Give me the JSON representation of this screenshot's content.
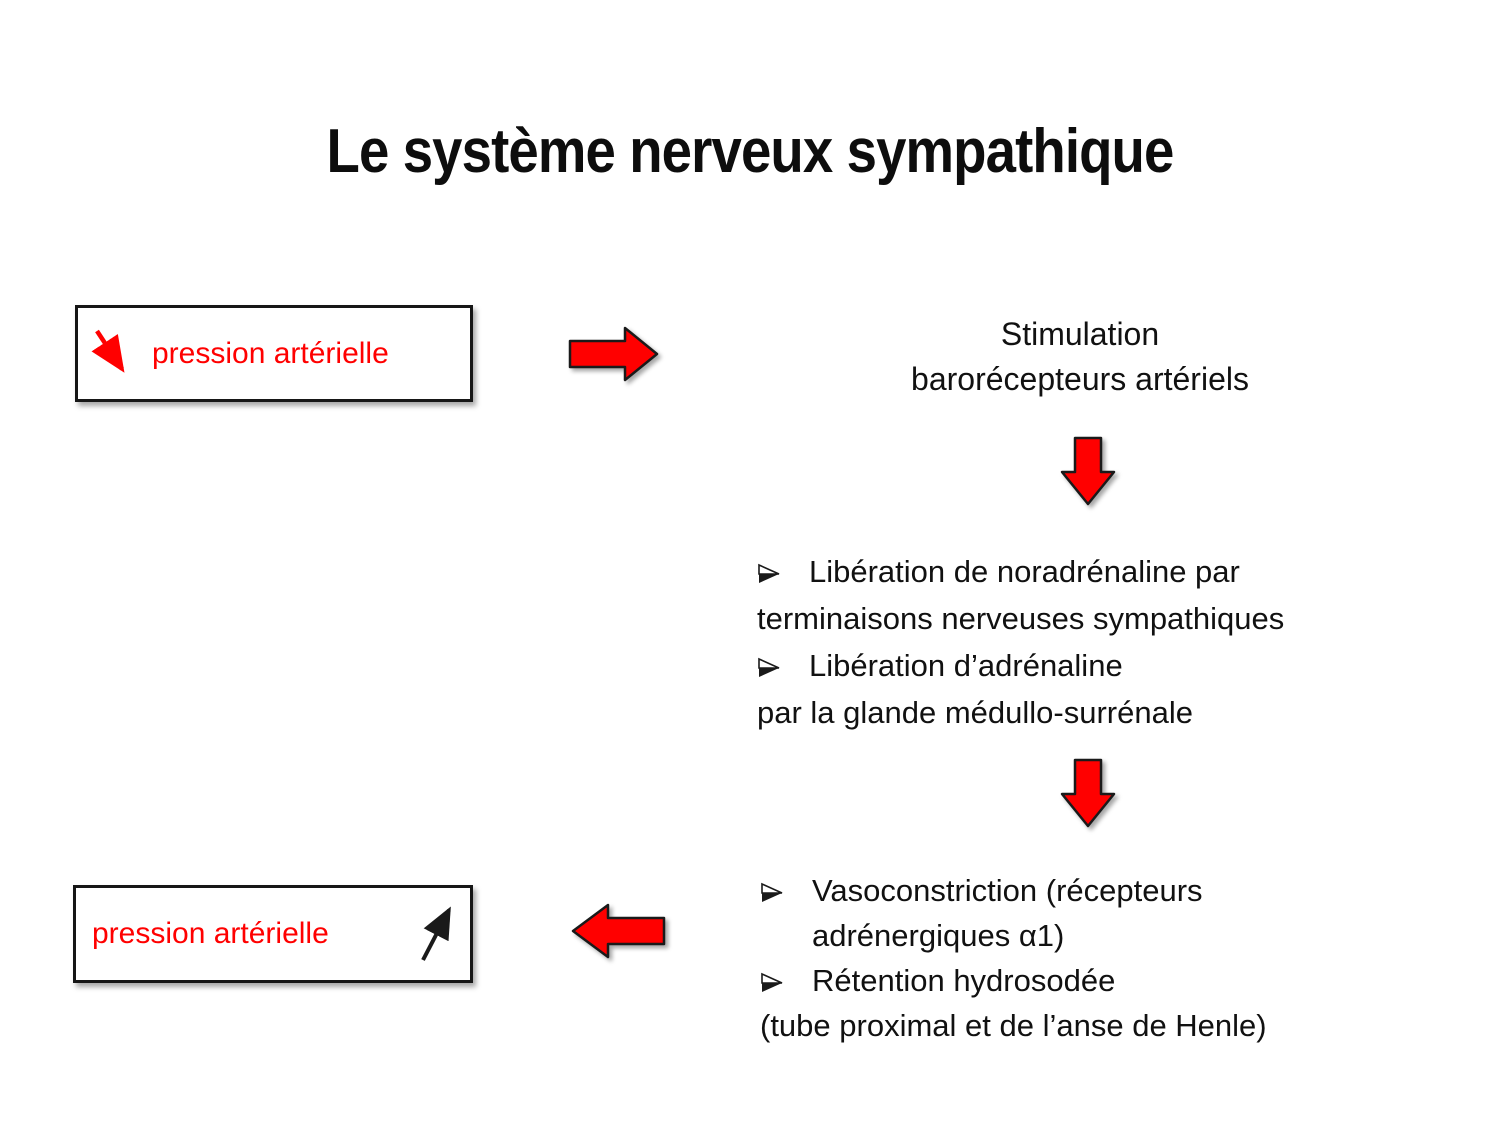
{
  "slide": {
    "title": "Le système nerveux sympathique"
  },
  "colors": {
    "red": "#ff0000",
    "ink": "#1a1a1a"
  },
  "icons": {
    "bullet": "3d-arrowhead-bullet",
    "box_top_trend": "thin-arrow-down-right",
    "box_bottom_trend": "thin-arrow-up-right",
    "flow_1": "block-arrow-right",
    "flow_2": "block-arrow-down",
    "flow_3": "block-arrow-down",
    "flow_4": "block-arrow-left"
  },
  "boxes": {
    "top": {
      "label": "pression artérielle"
    },
    "bottom": {
      "label": "pression artérielle"
    }
  },
  "stimulation": {
    "line1": "Stimulation",
    "line2": "barorécepteurs artériels"
  },
  "liberation": {
    "items": [
      {
        "bullet": true,
        "text": "Libération de noradrénaline par"
      },
      {
        "bullet": false,
        "text": "terminaisons nerveuses sympathiques"
      },
      {
        "bullet": true,
        "text": "Libération d’adrénaline"
      },
      {
        "bullet": false,
        "text": "par la glande médullo-surrénale"
      }
    ]
  },
  "effects": {
    "items": [
      {
        "bullet": true,
        "text": "Vasoconstriction (récepteurs"
      },
      {
        "bullet": false,
        "indent": true,
        "text": "adrénergiques α1)"
      },
      {
        "bullet": true,
        "text": "Rétention hydrosodée"
      },
      {
        "bullet": false,
        "text": "(tube proximal et de l’anse de Henle)"
      }
    ]
  }
}
